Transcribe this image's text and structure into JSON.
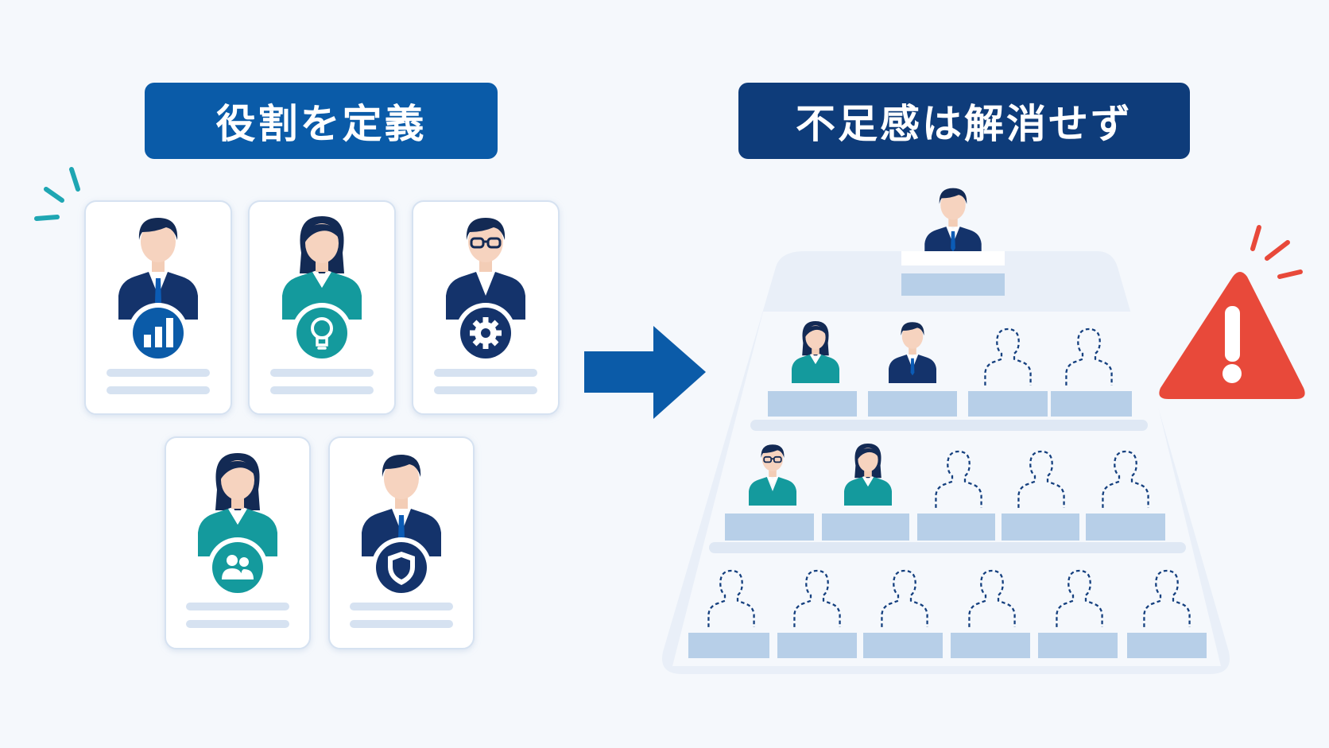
{
  "left_section": {
    "title": "役割を定義",
    "cards": [
      {
        "role_icon": "bar-chart-icon",
        "person": "man-suit"
      },
      {
        "role_icon": "lightbulb-icon",
        "person": "woman-teal"
      },
      {
        "role_icon": "gear-icon",
        "person": "man-glasses"
      },
      {
        "role_icon": "people-icon",
        "person": "woman-teal"
      },
      {
        "role_icon": "shield-icon",
        "person": "man-suit"
      }
    ]
  },
  "right_section": {
    "title": "不足感は解消せず",
    "pyramid": {
      "top_filled": 1,
      "tiers": [
        {
          "filled": [
            "woman-teal",
            "man-suit"
          ],
          "empty": 2
        },
        {
          "filled": [
            "man-glasses-teal",
            "woman-teal"
          ],
          "empty": 3
        },
        {
          "filled": [],
          "empty": 6
        }
      ]
    },
    "warning_icon": "warning-triangle-icon"
  },
  "colors": {
    "navy": "#0e3c7a",
    "blue": "#0a5ba8",
    "teal": "#149a9d",
    "warning_red": "#e8493a",
    "slot_blue": "#b7cfe8",
    "accent_teal": "#1ea6b3"
  }
}
